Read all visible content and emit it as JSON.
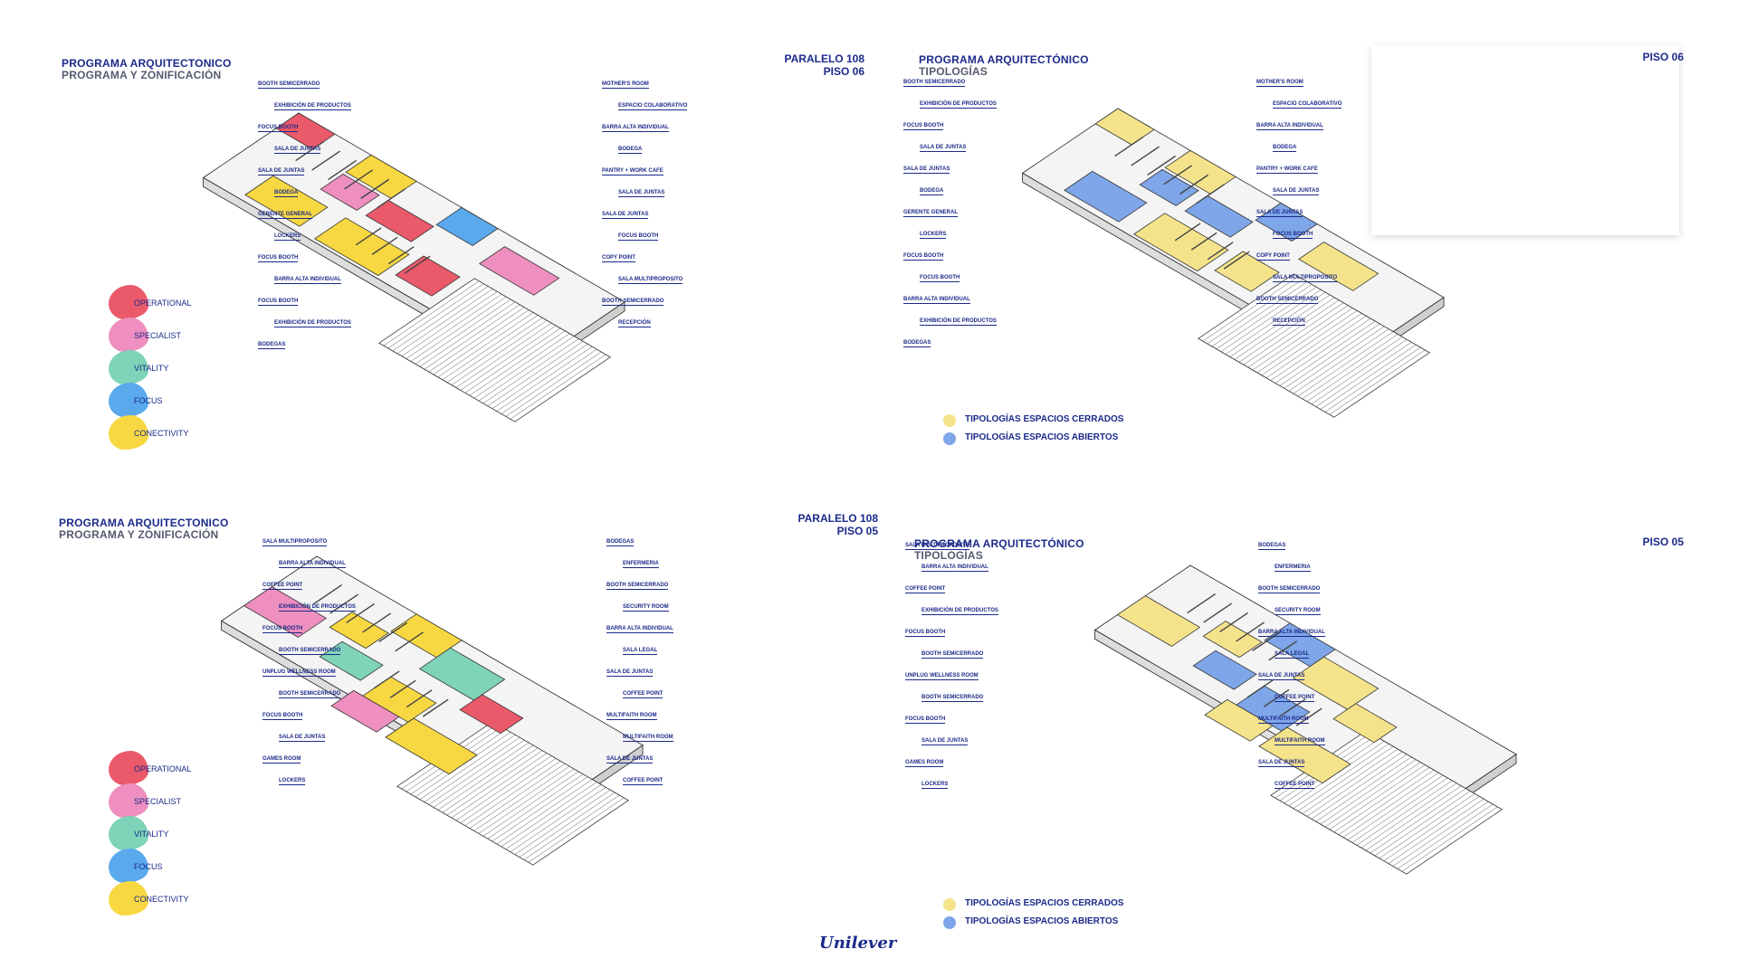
{
  "colors": {
    "navy": "#1b2a8a",
    "grey": "#555b6e",
    "operational": "#ea5a6a",
    "specialist": "#ee8fbf",
    "vitality": "#7fd3b8",
    "focus": "#5aa9ec",
    "conectivity": "#f7d842",
    "closed": "#f5e38c",
    "open": "#7ea6e8"
  },
  "q1": {
    "title1": "PROGRAMA ARQUITECTONICO",
    "title2": "PROGRAMA Y ZONIFICACIÓN",
    "project1": "PARALELO 108",
    "project2": "PISO 06",
    "labels": [
      "BOOTH SEMICERRADO",
      "EXHIBICIÓN DE PRODUCTOS",
      "FOCUS BOOTH",
      "SALA DE JUNTAS",
      "SALA DE JUNTAS",
      "BODEGA",
      "GERENTE GENERAL",
      "LOCKERS",
      "FOCUS BOOTH",
      "BARRA ALTA INDIVIDUAL",
      "FOCUS BOOTH",
      "EXHIBICIÓN DE PRODUCTOS",
      "BODEGAS",
      "MOTHER'S ROOM",
      "ESPACIO COLABORATIVO",
      "BARRA ALTA INDIVIDUAL",
      "BODEGA",
      "PANTRY + WORK CAFE",
      "SALA DE JUNTAS",
      "SALA DE JUNTAS",
      "FOCUS BOOTH",
      "COPY POINT",
      "SALA MULTIPROPOSITO",
      "BOOTH SEMICERRADO",
      "RECEPCIÓN"
    ]
  },
  "q2": {
    "title1": "PROGRAMA ARQUITECTÓNICO",
    "title2": "TIPOLOGÍAS",
    "project": "PISO 06",
    "labels": [
      "BOOTH SEMICERRADO",
      "EXHIBICIÓN DE PRODUCTOS",
      "FOCUS BOOTH",
      "SALA DE JUNTAS",
      "SALA DE JUNTAS",
      "BODEGA",
      "GERENTE GENERAL",
      "LOCKERS",
      "FOCUS BOOTH",
      "FOCUS BOOTH",
      "BARRA ALTA INDIVIDUAL",
      "EXHIBICIÓN DE PRODUCTOS",
      "BODEGAS",
      "MOTHER'S ROOM",
      "ESPACIO COLABORATIVO",
      "BARRA ALTA INDIVIDUAL",
      "BODEGA",
      "PANTRY + WORK CAFE",
      "SALA DE JUNTAS",
      "SALA DE JUNTAS",
      "FOCUS BOOTH",
      "COPY POINT",
      "SALA MULTIPROPOSITO",
      "BOOTH SEMICERRADO",
      "RECEPCIÓN"
    ],
    "closed": "TIPOLOGÍAS ESPACIOS CERRADOS",
    "open": "TIPOLOGÍAS ESPACIOS ABIERTOS"
  },
  "q3": {
    "title1": "PROGRAMA ARQUITECTONICO",
    "title2": "PROGRAMA Y ZONIFICACIÓN",
    "project1": "PARALELO 108",
    "project2": "PISO 05",
    "labels": [
      "SALA MULTIPROPOSITO",
      "BARRA ALTA INDIVIDUAL",
      "COFFEE POINT",
      "EXHIBICIÓN DE PRODUCTOS",
      "FOCUS BOOTH",
      "BOOTH SEMICERRADO",
      "UNPLUG WELLNESS ROOM",
      "BOOTH SEMICERRADO",
      "FOCUS BOOTH",
      "SALA DE JUNTAS",
      "GAMES ROOM",
      "LOCKERS",
      "BODEGAS",
      "ENFERMERIA",
      "BOOTH SEMICERRADO",
      "SECURITY ROOM",
      "BARRA ALTA INDIVIDUAL",
      "SALA LEGAL",
      "SALA DE JUNTAS",
      "COFFEE POINT",
      "MULTIFAITH ROOM",
      "MULTIFAITH ROOM",
      "SALA DE JUNTAS",
      "COFFEE POINT"
    ]
  },
  "q4": {
    "title1": "PROGRAMA ARQUITECTÓNICO",
    "title2": "TIPOLOGÍAS",
    "project": "PISO 05",
    "labels": [
      "SALA MULTIPROPOSITO",
      "BARRA ALTA INDIVIDUAL",
      "COFFEE POINT",
      "EXHIBICIÓN DE PRODUCTOS",
      "FOCUS BOOTH",
      "BOOTH SEMICERRADO",
      "UNPLUG WELLNESS ROOM",
      "BOOTH SEMICERRADO",
      "FOCUS BOOTH",
      "SALA DE JUNTAS",
      "GAMES ROOM",
      "LOCKERS",
      "BODEGAS",
      "ENFERMERIA",
      "BOOTH SEMICERRADO",
      "SECURITY ROOM",
      "BARRA ALTA INDIVIDUAL",
      "SALA LEGAL",
      "SALA DE JUNTAS",
      "COFFEE POINT",
      "MULTIFAITH ROOM",
      "MULTIFAITH ROOM",
      "SALA DE JUNTAS",
      "COFFEE POINT"
    ],
    "closed": "TIPOLOGÍAS ESPACIOS CERRADOS",
    "open": "TIPOLOGÍAS ESPACIOS ABIERTOS"
  },
  "legend": [
    "OPERATIONAL",
    "SPECIALIST",
    "VITALITY",
    "FOCUS",
    "CONECTIVITY"
  ],
  "logo": "Unilever"
}
